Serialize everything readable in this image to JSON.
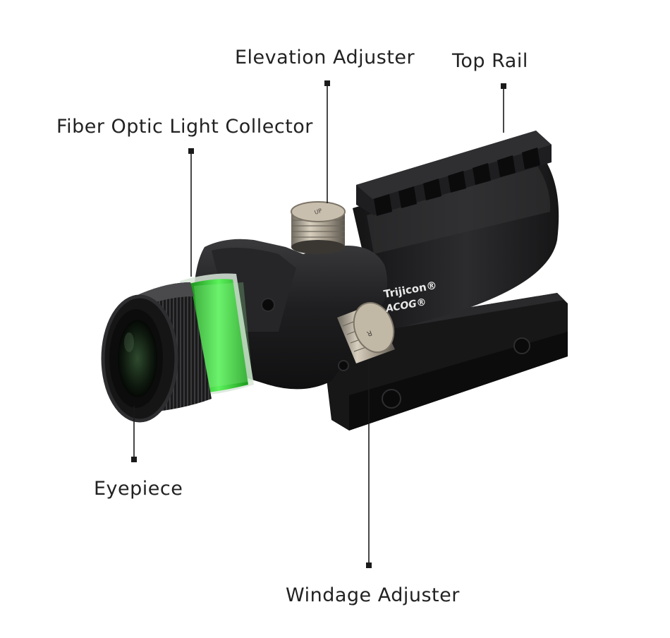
{
  "labels": {
    "elevation_adjuster": "Elevation Adjuster",
    "top_rail": "Top Rail",
    "fiber_optic": "Fiber Optic Light Collector",
    "eyepiece": "Eyepiece",
    "windage_adjuster": "Windage Adjuster"
  },
  "product": {
    "brand": "Trijicon®",
    "model": "ACOG®",
    "elevation_marking": "UP",
    "windage_marking": "R"
  },
  "colors": {
    "body": "#1c1c1e",
    "fiber_green": "#2fd12f",
    "knob_metal": "#b7ab98",
    "leader_line": "#1a1a1a"
  }
}
